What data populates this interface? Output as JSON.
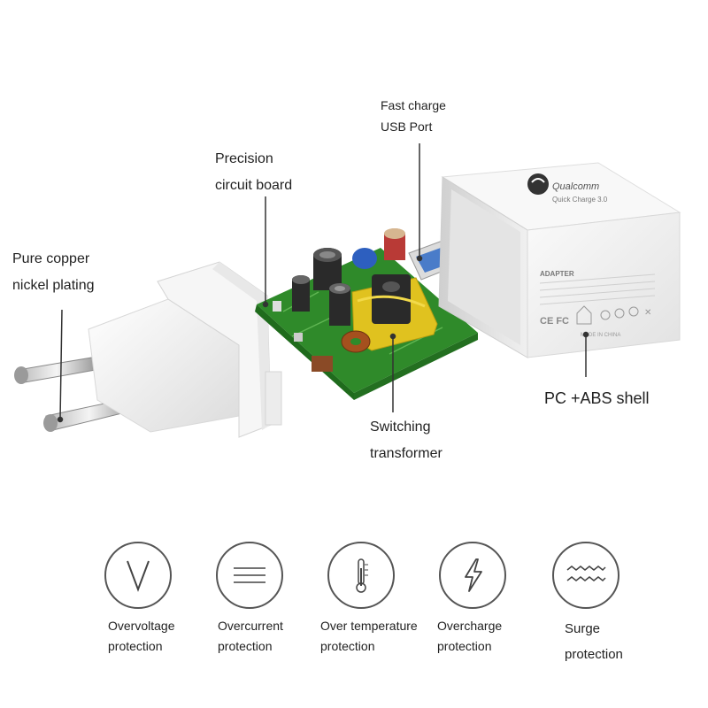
{
  "callouts": {
    "pins": {
      "line1": "Pure copper",
      "line2": "nickel plating"
    },
    "board": {
      "line1": "Precision",
      "line2": "circuit board"
    },
    "usb": {
      "line1": "Fast charge",
      "line2": "USB Port"
    },
    "shell": {
      "line1": "PC +ABS shell"
    },
    "transformer": {
      "line1": "Switching",
      "line2": "transformer"
    }
  },
  "shell_print": {
    "brand": "Qualcomm",
    "qc": "Quick Charge 3.0",
    "heading": "ADAPTER",
    "made_in": "MADE IN CHINA"
  },
  "features": [
    {
      "icon": "overvoltage-icon",
      "line1": "Overvoltage",
      "line2": "protection"
    },
    {
      "icon": "overcurrent-icon",
      "line1": "Overcurrent",
      "line2": "protection"
    },
    {
      "icon": "thermometer-icon",
      "line1": "Over temperature",
      "line2": "protection"
    },
    {
      "icon": "lightning-icon",
      "line1": "Overcharge",
      "line2": "protection"
    },
    {
      "icon": "surge-wave-icon",
      "line1": "Surge",
      "line2": "protection"
    }
  ],
  "colors": {
    "pcb": "#2f8a2a",
    "transformer": "#e0c21f",
    "capacitor": "#2a2a2a",
    "shell": "#f2f2f2",
    "usb": "#4a7cc9"
  }
}
